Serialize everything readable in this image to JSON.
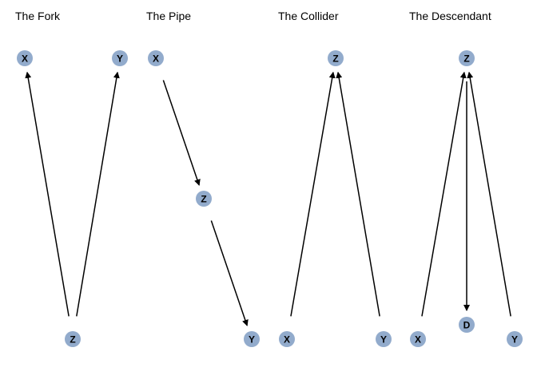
{
  "panels": [
    {
      "title": "The Fork",
      "nodes": [
        {
          "id": "fork-x",
          "label": "X"
        },
        {
          "id": "fork-y",
          "label": "Y"
        },
        {
          "id": "fork-z",
          "label": "Z"
        }
      ],
      "edges": [
        [
          "fork-z",
          "fork-x"
        ],
        [
          "fork-z",
          "fork-y"
        ]
      ]
    },
    {
      "title": "The Pipe",
      "nodes": [
        {
          "id": "pipe-x",
          "label": "X"
        },
        {
          "id": "pipe-z",
          "label": "Z"
        },
        {
          "id": "pipe-y",
          "label": "Y"
        }
      ],
      "edges": [
        [
          "pipe-x",
          "pipe-z"
        ],
        [
          "pipe-z",
          "pipe-y"
        ]
      ]
    },
    {
      "title": "The Collider",
      "nodes": [
        {
          "id": "coll-z",
          "label": "Z"
        },
        {
          "id": "coll-x",
          "label": "X"
        },
        {
          "id": "coll-y",
          "label": "Y"
        }
      ],
      "edges": [
        [
          "coll-x",
          "coll-z"
        ],
        [
          "coll-y",
          "coll-z"
        ]
      ]
    },
    {
      "title": "The Descendant",
      "nodes": [
        {
          "id": "desc-z",
          "label": "Z"
        },
        {
          "id": "desc-d",
          "label": "D"
        },
        {
          "id": "desc-x",
          "label": "X"
        },
        {
          "id": "desc-y",
          "label": "Y"
        }
      ],
      "edges": [
        [
          "desc-x",
          "desc-z"
        ],
        [
          "desc-y",
          "desc-z"
        ],
        [
          "desc-z",
          "desc-d"
        ]
      ]
    }
  ],
  "colors": {
    "node_fill": "#92abcc",
    "edge": "#000000",
    "label": "#000000"
  }
}
